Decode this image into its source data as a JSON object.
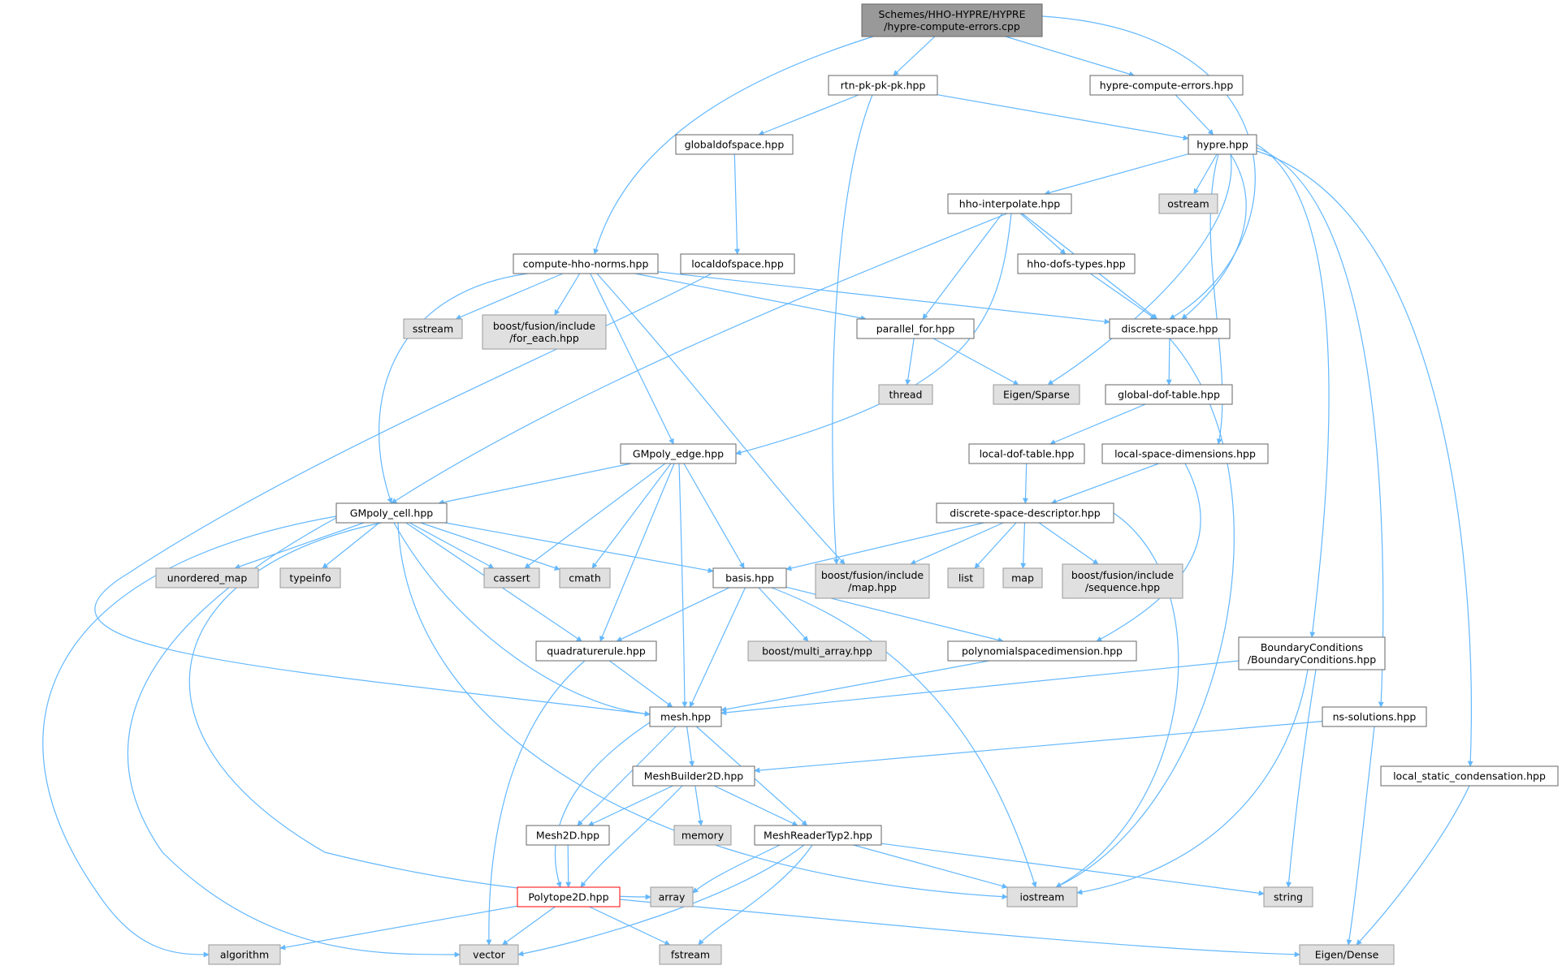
{
  "colors": {
    "edge": "#63b8ff",
    "border": "#666666",
    "system_fill": "#e0e0e0",
    "system_border": "#999999",
    "root_fill": "#999999",
    "highlight_border": "#ff0000"
  },
  "nodes": {
    "root": {
      "lines": [
        "Schemes/HHO-HYPRE/HYPRE",
        "/hypre-compute-errors.cpp"
      ],
      "style": "root"
    },
    "rtn": {
      "lines": [
        "rtn-pk-pk-pk.hpp"
      ],
      "style": "normal"
    },
    "hce": {
      "lines": [
        "hypre-compute-errors.hpp"
      ],
      "style": "normal"
    },
    "gds": {
      "lines": [
        "globaldofspace.hpp"
      ],
      "style": "normal"
    },
    "hypre": {
      "lines": [
        "hypre.hpp"
      ],
      "style": "normal"
    },
    "hhoi": {
      "lines": [
        "hho-interpolate.hpp"
      ],
      "style": "normal"
    },
    "ostream": {
      "lines": [
        "ostream"
      ],
      "style": "system"
    },
    "chn": {
      "lines": [
        "compute-hho-norms.hpp"
      ],
      "style": "normal"
    },
    "lds": {
      "lines": [
        "localdofspace.hpp"
      ],
      "style": "normal"
    },
    "hdt": {
      "lines": [
        "hho-dofs-types.hpp"
      ],
      "style": "normal"
    },
    "sstream": {
      "lines": [
        "sstream"
      ],
      "style": "system"
    },
    "bfe": {
      "lines": [
        "boost/fusion/include",
        "/for_each.hpp"
      ],
      "style": "system"
    },
    "pf": {
      "lines": [
        "parallel_for.hpp"
      ],
      "style": "normal"
    },
    "ds": {
      "lines": [
        "discrete-space.hpp"
      ],
      "style": "normal"
    },
    "thread": {
      "lines": [
        "thread"
      ],
      "style": "system"
    },
    "eigs": {
      "lines": [
        "Eigen/Sparse"
      ],
      "style": "system"
    },
    "gdt": {
      "lines": [
        "global-dof-table.hpp"
      ],
      "style": "normal"
    },
    "gme": {
      "lines": [
        "GMpoly_edge.hpp"
      ],
      "style": "normal"
    },
    "ldt": {
      "lines": [
        "local-dof-table.hpp"
      ],
      "style": "normal"
    },
    "lsd": {
      "lines": [
        "local-space-dimensions.hpp"
      ],
      "style": "normal"
    },
    "gmc": {
      "lines": [
        "GMpoly_cell.hpp"
      ],
      "style": "normal"
    },
    "dsd": {
      "lines": [
        "discrete-space-descriptor.hpp"
      ],
      "style": "normal"
    },
    "umap": {
      "lines": [
        "unordered_map"
      ],
      "style": "system"
    },
    "typeinfo": {
      "lines": [
        "typeinfo"
      ],
      "style": "system"
    },
    "cassert": {
      "lines": [
        "cassert"
      ],
      "style": "system"
    },
    "cmath": {
      "lines": [
        "cmath"
      ],
      "style": "system"
    },
    "basis": {
      "lines": [
        "basis.hpp"
      ],
      "style": "normal"
    },
    "bmap": {
      "lines": [
        "boost/fusion/include",
        "/map.hpp"
      ],
      "style": "system"
    },
    "list": {
      "lines": [
        "list"
      ],
      "style": "system"
    },
    "map": {
      "lines": [
        "map"
      ],
      "style": "system"
    },
    "bseq": {
      "lines": [
        "boost/fusion/include",
        "/sequence.hpp"
      ],
      "style": "system"
    },
    "bc": {
      "lines": [
        "BoundaryConditions",
        "/BoundaryConditions.hpp"
      ],
      "style": "normal"
    },
    "qr": {
      "lines": [
        "quadraturerule.hpp"
      ],
      "style": "normal"
    },
    "bma": {
      "lines": [
        "boost/multi_array.hpp"
      ],
      "style": "system"
    },
    "psd": {
      "lines": [
        "polynomialspacedimension.hpp"
      ],
      "style": "normal"
    },
    "mesh": {
      "lines": [
        "mesh.hpp"
      ],
      "style": "normal"
    },
    "nss": {
      "lines": [
        "ns-solutions.hpp"
      ],
      "style": "normal"
    },
    "mb2d": {
      "lines": [
        "MeshBuilder2D.hpp"
      ],
      "style": "normal"
    },
    "lsc": {
      "lines": [
        "local_static_condensation.hpp"
      ],
      "style": "normal"
    },
    "mesh2d": {
      "lines": [
        "Mesh2D.hpp"
      ],
      "style": "normal"
    },
    "memory": {
      "lines": [
        "memory"
      ],
      "style": "system"
    },
    "mrt": {
      "lines": [
        "MeshReaderTyp2.hpp"
      ],
      "style": "normal"
    },
    "poly": {
      "lines": [
        "Polytope2D.hpp"
      ],
      "style": "highlight"
    },
    "array": {
      "lines": [
        "array"
      ],
      "style": "system"
    },
    "iostream": {
      "lines": [
        "iostream"
      ],
      "style": "system"
    },
    "string": {
      "lines": [
        "string"
      ],
      "style": "system"
    },
    "algorithm": {
      "lines": [
        "algorithm"
      ],
      "style": "system"
    },
    "vector": {
      "lines": [
        "vector"
      ],
      "style": "system"
    },
    "fstream": {
      "lines": [
        "fstream"
      ],
      "style": "system"
    },
    "eigd": {
      "lines": [
        "Eigen/Dense"
      ],
      "style": "system"
    }
  },
  "edges": [
    [
      "root",
      "rtn"
    ],
    [
      "root",
      "hce"
    ],
    [
      "root",
      "chn"
    ],
    [
      "root",
      "ds"
    ],
    [
      "rtn",
      "gds"
    ],
    [
      "rtn",
      "hypre"
    ],
    [
      "rtn",
      "bmap"
    ],
    [
      "hce",
      "hypre"
    ],
    [
      "gds",
      "lds"
    ],
    [
      "lds",
      "mesh"
    ],
    [
      "hypre",
      "hhoi"
    ],
    [
      "hypre",
      "ostream"
    ],
    [
      "hypre",
      "ds"
    ],
    [
      "hypre",
      "eigs"
    ],
    [
      "hypre",
      "lsd"
    ],
    [
      "hypre",
      "bc"
    ],
    [
      "hypre",
      "nss"
    ],
    [
      "hypre",
      "lsc"
    ],
    [
      "hhoi",
      "hdt"
    ],
    [
      "hhoi",
      "pf"
    ],
    [
      "hhoi",
      "ds"
    ],
    [
      "hhoi",
      "gme"
    ],
    [
      "hhoi",
      "gmc"
    ],
    [
      "chn",
      "sstream"
    ],
    [
      "chn",
      "bfe"
    ],
    [
      "chn",
      "pf"
    ],
    [
      "chn",
      "ds"
    ],
    [
      "chn",
      "gme"
    ],
    [
      "chn",
      "gmc"
    ],
    [
      "chn",
      "bmap"
    ],
    [
      "hdt",
      "ds"
    ],
    [
      "pf",
      "thread"
    ],
    [
      "pf",
      "eigs"
    ],
    [
      "ds",
      "gdt"
    ],
    [
      "ds",
      "iostream"
    ],
    [
      "gdt",
      "ldt"
    ],
    [
      "ldt",
      "dsd"
    ],
    [
      "lsd",
      "dsd"
    ],
    [
      "lsd",
      "psd"
    ],
    [
      "gme",
      "gmc"
    ],
    [
      "gme",
      "cassert"
    ],
    [
      "gme",
      "cmath"
    ],
    [
      "gme",
      "basis"
    ],
    [
      "gme",
      "qr"
    ],
    [
      "gme",
      "mesh"
    ],
    [
      "gmc",
      "umap"
    ],
    [
      "gmc",
      "typeinfo"
    ],
    [
      "gmc",
      "cassert"
    ],
    [
      "gmc",
      "cmath"
    ],
    [
      "gmc",
      "basis"
    ],
    [
      "gmc",
      "qr"
    ],
    [
      "gmc",
      "mesh"
    ],
    [
      "gmc",
      "iostream"
    ],
    [
      "gmc",
      "array"
    ],
    [
      "gmc",
      "vector"
    ],
    [
      "gmc",
      "algorithm"
    ],
    [
      "dsd",
      "basis"
    ],
    [
      "dsd",
      "bmap"
    ],
    [
      "dsd",
      "list"
    ],
    [
      "dsd",
      "map"
    ],
    [
      "dsd",
      "bseq"
    ],
    [
      "dsd",
      "iostream"
    ],
    [
      "basis",
      "qr"
    ],
    [
      "basis",
      "bma"
    ],
    [
      "basis",
      "psd"
    ],
    [
      "basis",
      "mesh"
    ],
    [
      "basis",
      "iostream"
    ],
    [
      "qr",
      "mesh"
    ],
    [
      "qr",
      "vector"
    ],
    [
      "psd",
      "mesh"
    ],
    [
      "bc",
      "mesh"
    ],
    [
      "bc",
      "iostream"
    ],
    [
      "bc",
      "string"
    ],
    [
      "nss",
      "mb2d"
    ],
    [
      "nss",
      "eigd"
    ],
    [
      "lsc",
      "eigd"
    ],
    [
      "mesh",
      "mb2d"
    ],
    [
      "mesh",
      "mesh2d"
    ],
    [
      "mesh",
      "mrt"
    ],
    [
      "mesh",
      "poly"
    ],
    [
      "mb2d",
      "mesh2d"
    ],
    [
      "mb2d",
      "memory"
    ],
    [
      "mb2d",
      "mrt"
    ],
    [
      "mb2d",
      "poly"
    ],
    [
      "mesh2d",
      "poly"
    ],
    [
      "mrt",
      "array"
    ],
    [
      "mrt",
      "iostream"
    ],
    [
      "mrt",
      "string"
    ],
    [
      "mrt",
      "vector"
    ],
    [
      "mrt",
      "fstream"
    ],
    [
      "poly",
      "algorithm"
    ],
    [
      "poly",
      "vector"
    ],
    [
      "poly",
      "fstream"
    ],
    [
      "poly",
      "eigd"
    ]
  ]
}
